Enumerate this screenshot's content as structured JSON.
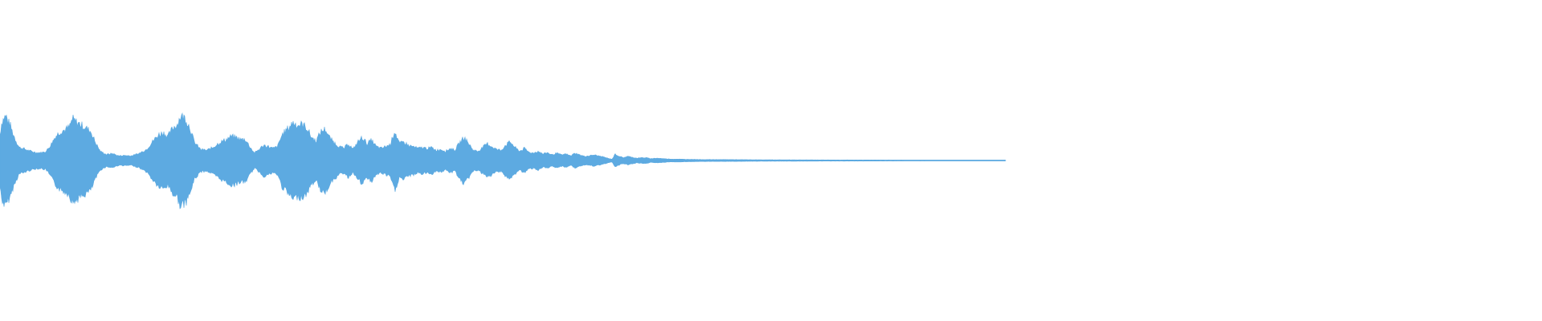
{
  "waveform": {
    "color": "#5DAAE1",
    "background": "#FFFFFF",
    "envelope": [
      [
        0.0,
        0.55
      ],
      [
        0.001,
        0.8
      ],
      [
        0.0025,
        0.92
      ],
      [
        0.004,
        0.96
      ],
      [
        0.005,
        0.85
      ],
      [
        0.0065,
        0.78
      ],
      [
        0.008,
        0.62
      ],
      [
        0.01,
        0.45
      ],
      [
        0.0125,
        0.28
      ],
      [
        0.015,
        0.26
      ],
      [
        0.018,
        0.22
      ],
      [
        0.021,
        0.19
      ],
      [
        0.024,
        0.17
      ],
      [
        0.027,
        0.17
      ],
      [
        0.03,
        0.2
      ],
      [
        0.033,
        0.34
      ],
      [
        0.036,
        0.52
      ],
      [
        0.039,
        0.62
      ],
      [
        0.042,
        0.66
      ],
      [
        0.045,
        0.72
      ],
      [
        0.047,
        0.9
      ],
      [
        0.049,
        0.84
      ],
      [
        0.052,
        0.78
      ],
      [
        0.055,
        0.72
      ],
      [
        0.059,
        0.62
      ],
      [
        0.062,
        0.38
      ],
      [
        0.065,
        0.2
      ],
      [
        0.069,
        0.13
      ],
      [
        0.073,
        0.15
      ],
      [
        0.077,
        0.1
      ],
      [
        0.081,
        0.11
      ],
      [
        0.085,
        0.1
      ],
      [
        0.09,
        0.15
      ],
      [
        0.095,
        0.24
      ],
      [
        0.1,
        0.45
      ],
      [
        0.103,
        0.56
      ],
      [
        0.106,
        0.6
      ],
      [
        0.109,
        0.52
      ],
      [
        0.112,
        0.7
      ],
      [
        0.115,
        0.78
      ],
      [
        0.117,
        0.96
      ],
      [
        0.12,
        0.92
      ],
      [
        0.123,
        0.72
      ],
      [
        0.126,
        0.4
      ],
      [
        0.13,
        0.24
      ],
      [
        0.134,
        0.22
      ],
      [
        0.138,
        0.28
      ],
      [
        0.142,
        0.38
      ],
      [
        0.146,
        0.44
      ],
      [
        0.15,
        0.52
      ],
      [
        0.153,
        0.5
      ],
      [
        0.156,
        0.45
      ],
      [
        0.159,
        0.46
      ],
      [
        0.162,
        0.3
      ],
      [
        0.165,
        0.16
      ],
      [
        0.168,
        0.24
      ],
      [
        0.171,
        0.33
      ],
      [
        0.174,
        0.3
      ],
      [
        0.177,
        0.26
      ],
      [
        0.18,
        0.3
      ],
      [
        0.183,
        0.56
      ],
      [
        0.187,
        0.7
      ],
      [
        0.19,
        0.82
      ],
      [
        0.193,
        0.76
      ],
      [
        0.196,
        0.78
      ],
      [
        0.199,
        0.7
      ],
      [
        0.202,
        0.5
      ],
      [
        0.205,
        0.42
      ],
      [
        0.208,
        0.62
      ],
      [
        0.211,
        0.68
      ],
      [
        0.214,
        0.48
      ],
      [
        0.217,
        0.38
      ],
      [
        0.22,
        0.3
      ],
      [
        0.223,
        0.26
      ],
      [
        0.226,
        0.36
      ],
      [
        0.229,
        0.24
      ],
      [
        0.232,
        0.4
      ],
      [
        0.235,
        0.5
      ],
      [
        0.238,
        0.36
      ],
      [
        0.241,
        0.44
      ],
      [
        0.244,
        0.3
      ],
      [
        0.247,
        0.26
      ],
      [
        0.25,
        0.3
      ],
      [
        0.253,
        0.34
      ],
      [
        0.256,
        0.64
      ],
      [
        0.259,
        0.36
      ],
      [
        0.262,
        0.4
      ],
      [
        0.265,
        0.32
      ],
      [
        0.268,
        0.3
      ],
      [
        0.271,
        0.26
      ],
      [
        0.274,
        0.28
      ],
      [
        0.277,
        0.26
      ],
      [
        0.28,
        0.28
      ],
      [
        0.283,
        0.22
      ],
      [
        0.286,
        0.24
      ],
      [
        0.289,
        0.2
      ],
      [
        0.292,
        0.26
      ],
      [
        0.295,
        0.22
      ],
      [
        0.298,
        0.38
      ],
      [
        0.301,
        0.5
      ],
      [
        0.304,
        0.36
      ],
      [
        0.307,
        0.22
      ],
      [
        0.31,
        0.2
      ],
      [
        0.313,
        0.28
      ],
      [
        0.316,
        0.36
      ],
      [
        0.319,
        0.3
      ],
      [
        0.322,
        0.24
      ],
      [
        0.325,
        0.22
      ],
      [
        0.328,
        0.34
      ],
      [
        0.331,
        0.4
      ],
      [
        0.334,
        0.28
      ],
      [
        0.337,
        0.2
      ],
      [
        0.34,
        0.26
      ],
      [
        0.343,
        0.18
      ],
      [
        0.346,
        0.16
      ],
      [
        0.349,
        0.2
      ],
      [
        0.352,
        0.14
      ],
      [
        0.355,
        0.17
      ],
      [
        0.358,
        0.12
      ],
      [
        0.361,
        0.16
      ],
      [
        0.364,
        0.12
      ],
      [
        0.367,
        0.14
      ],
      [
        0.37,
        0.1
      ],
      [
        0.373,
        0.16
      ],
      [
        0.376,
        0.12
      ],
      [
        0.379,
        0.09
      ],
      [
        0.382,
        0.1
      ],
      [
        0.385,
        0.12
      ],
      [
        0.388,
        0.1
      ],
      [
        0.391,
        0.08
      ],
      [
        0.393,
        0.06
      ],
      [
        0.395,
        0.04
      ],
      [
        0.397,
        0.03
      ],
      [
        0.399,
        0.14
      ],
      [
        0.401,
        0.1
      ],
      [
        0.404,
        0.06
      ],
      [
        0.407,
        0.09
      ],
      [
        0.41,
        0.07
      ],
      [
        0.413,
        0.05
      ],
      [
        0.416,
        0.06
      ],
      [
        0.419,
        0.06
      ],
      [
        0.422,
        0.04
      ],
      [
        0.426,
        0.05
      ],
      [
        0.43,
        0.04
      ],
      [
        0.435,
        0.03
      ],
      [
        0.44,
        0.03
      ],
      [
        0.445,
        0.025
      ],
      [
        0.45,
        0.025
      ],
      [
        0.455,
        0.02
      ],
      [
        0.46,
        0.02
      ],
      [
        0.47,
        0.02
      ],
      [
        0.48,
        0.018
      ],
      [
        0.49,
        0.016
      ],
      [
        0.5,
        0.015
      ],
      [
        0.52,
        0.014
      ],
      [
        0.54,
        0.012
      ],
      [
        0.56,
        0.012
      ],
      [
        0.58,
        0.01
      ],
      [
        0.6,
        0.01
      ],
      [
        0.62,
        0.008
      ],
      [
        0.64,
        0.008
      ],
      [
        0.65,
        0.006
      ],
      [
        0.652,
        0.0
      ]
    ]
  }
}
